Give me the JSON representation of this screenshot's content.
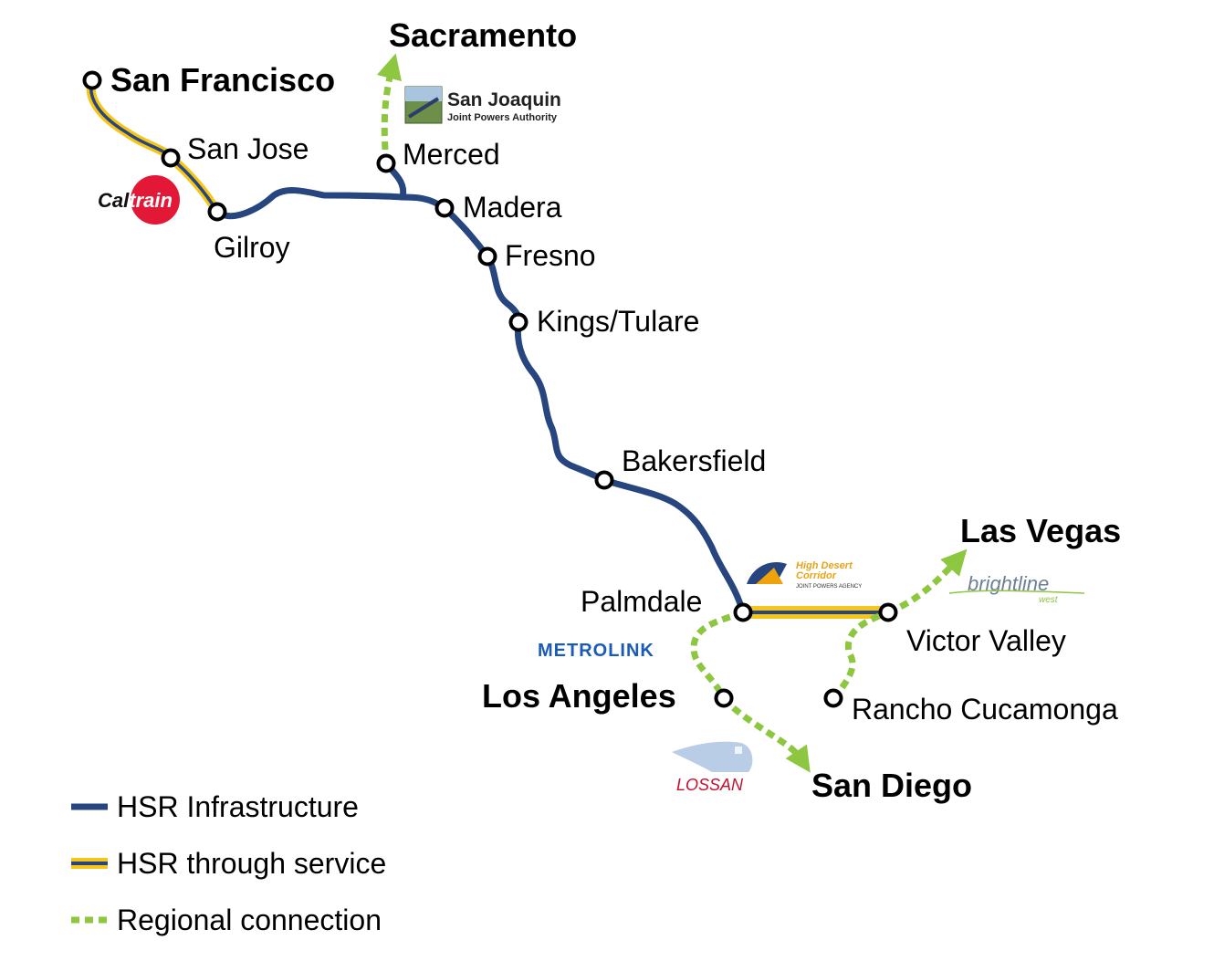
{
  "cities": {
    "san_francisco": "San Francisco",
    "san_jose": "San Jose",
    "gilroy": "Gilroy",
    "sacramento": "Sacramento",
    "merced": "Merced",
    "madera": "Madera",
    "fresno": "Fresno",
    "kings_tulare": "Kings/Tulare",
    "bakersfield": "Bakersfield",
    "palmdale": "Palmdale",
    "las_vegas": "Las Vegas",
    "victor_valley": "Victor Valley",
    "los_angeles": "Los Angeles",
    "rancho_cucamonga": "Rancho Cucamonga",
    "san_diego": "San Diego"
  },
  "logos": {
    "caltrain": {
      "part1": "Cal",
      "part2": "train"
    },
    "san_joaquin": {
      "title": "San Joaquin",
      "subtitle": "Joint Powers Authority"
    },
    "high_desert": {
      "line1": "High Desert",
      "line2": "Corridor",
      "line3": "JOINT POWERS AGENCY"
    },
    "brightline": {
      "name": "brightline",
      "sub": "west"
    },
    "metrolink": {
      "name": "METROLINK"
    },
    "lossan": {
      "name": "LOSSAN"
    }
  },
  "legend": {
    "items": [
      {
        "label": "HSR Infrastructure",
        "style": "hsr-infrastructure"
      },
      {
        "label": "HSR through service",
        "style": "hsr-through-service"
      },
      {
        "label": "Regional connection",
        "style": "regional-connection"
      }
    ]
  },
  "colors": {
    "hsr_infrastructure": "#27457f",
    "hsr_through_service": "#f5c518",
    "regional_connection": "#8dc63f",
    "caltrain_red": "#e31837",
    "metrolink_blue": "#1a5bb8",
    "lossan_red": "#c8102e"
  }
}
